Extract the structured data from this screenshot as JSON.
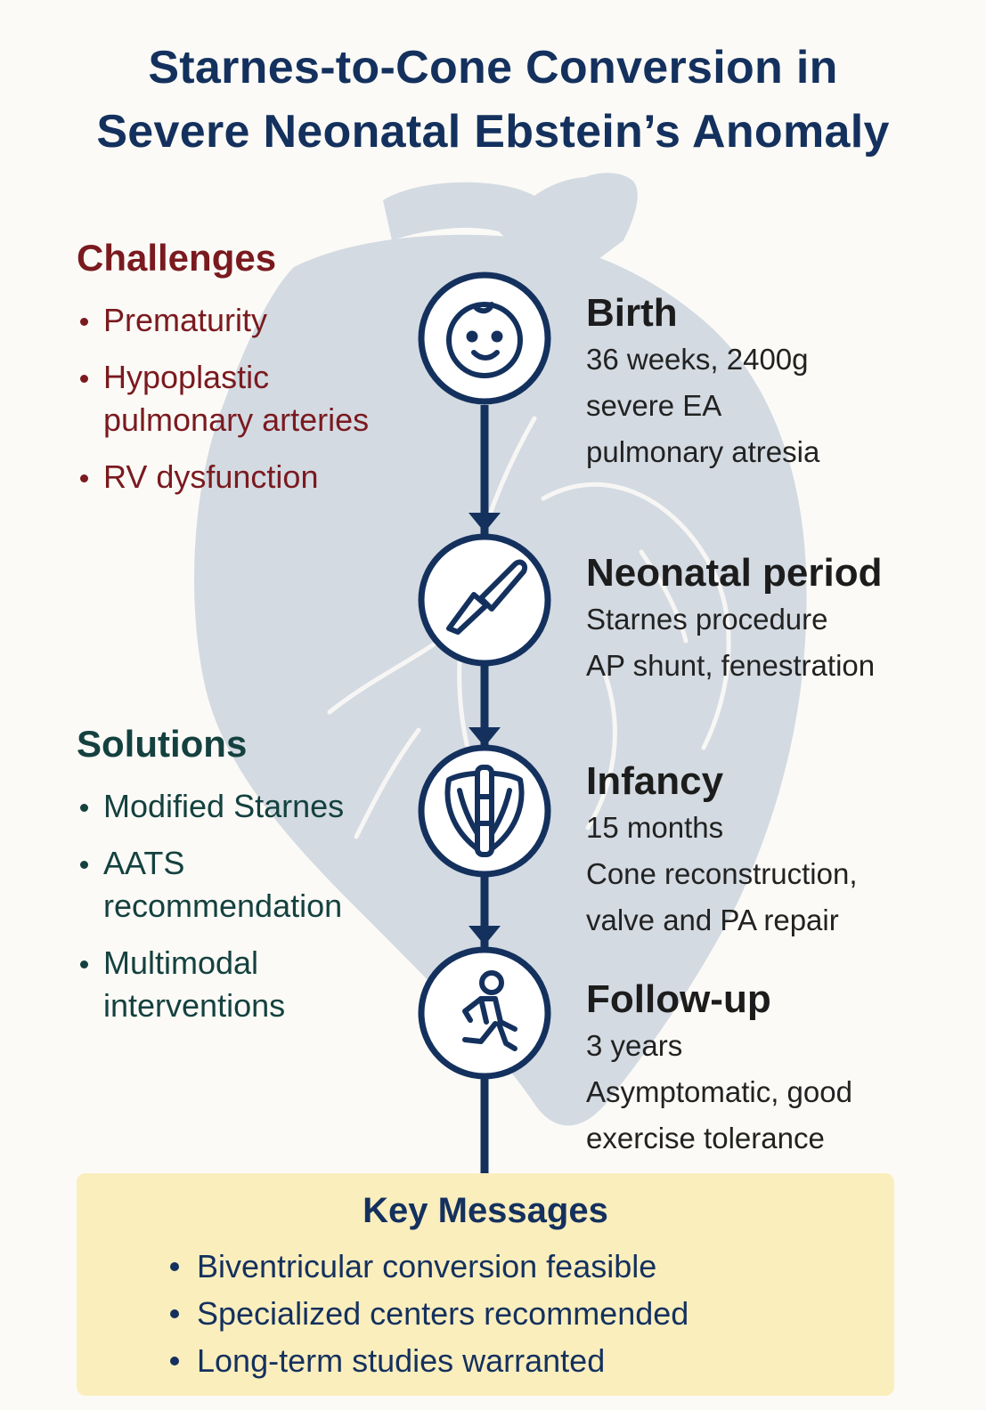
{
  "title": {
    "line1": "Starnes-to-Cone Conversion in",
    "line2": "Severe Neonatal Ebstein’s Anomaly"
  },
  "challenges": {
    "heading": "Challenges",
    "items": [
      {
        "lines": [
          "Prematurity"
        ]
      },
      {
        "lines": [
          "Hypoplastic",
          "pulmonary arteries"
        ]
      },
      {
        "lines": [
          "RV dysfunction"
        ]
      }
    ]
  },
  "solutions": {
    "heading": "Solutions",
    "items": [
      {
        "lines": [
          "Modified Starnes"
        ]
      },
      {
        "lines": [
          "AATS",
          "recommendation"
        ]
      },
      {
        "lines": [
          "Multimodal",
          "interventions"
        ]
      }
    ]
  },
  "timeline": [
    {
      "icon": "baby-face-icon",
      "title": "Birth",
      "lines": [
        "36 weeks, 2400g",
        "severe EA",
        "pulmonary atresia"
      ]
    },
    {
      "icon": "scalpel-icon",
      "title": "Neonatal period",
      "lines": [
        "Starnes procedure",
        "AP shunt, fenestration"
      ]
    },
    {
      "icon": "valve-repair-icon",
      "title": "Infancy",
      "lines": [
        "15 months",
        "Cone reconstruction,",
        "valve and PA repair"
      ]
    },
    {
      "icon": "running-person-icon",
      "title": "Follow-up",
      "lines": [
        "3 years",
        "Asymptomatic, good",
        "exercise tolerance"
      ]
    }
  ],
  "key_messages": {
    "heading": "Key Messages",
    "items": [
      "Biventricular conversion feasible",
      "Specialized centers recommended",
      "Long-term studies warranted"
    ]
  },
  "colors": {
    "navy": "#14315e",
    "challenge_red": "#7a1a1f",
    "solution_green": "#14413f",
    "heart_gray": "#d3dae2",
    "key_box": "#fbeebd"
  }
}
